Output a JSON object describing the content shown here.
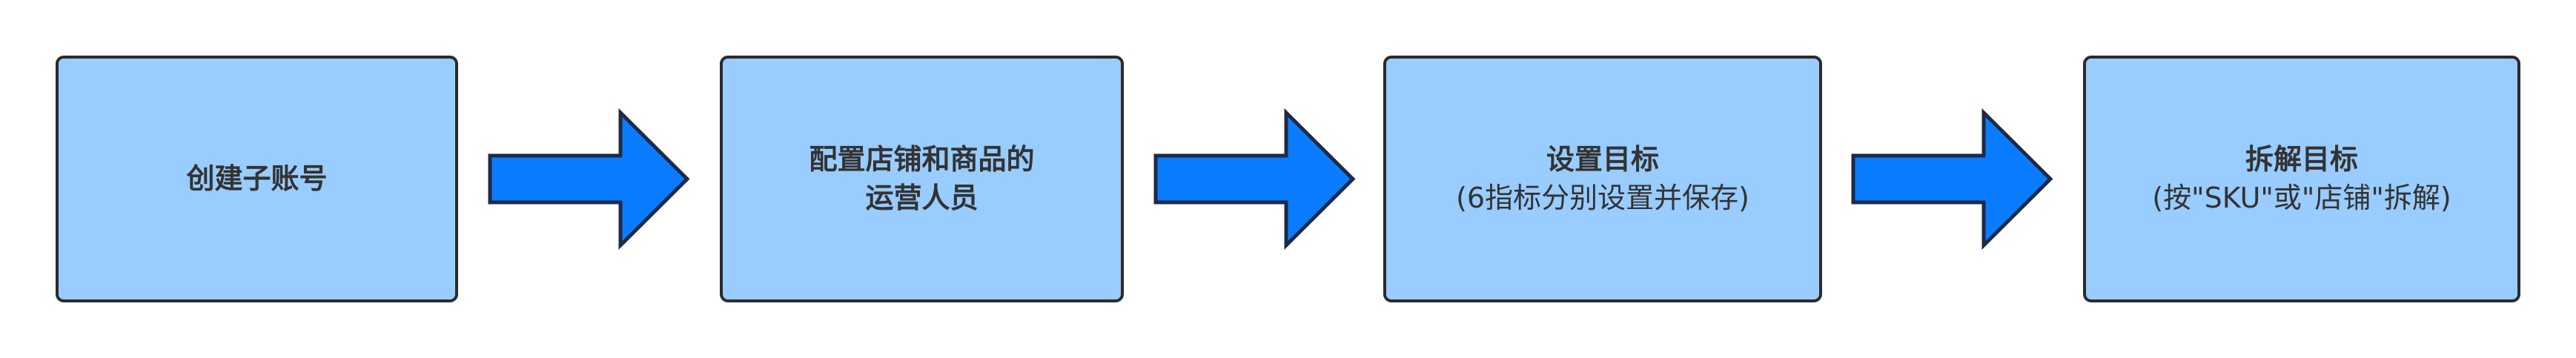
{
  "steps": [
    {
      "title_lines": [
        "创建子账号"
      ]
    },
    {
      "title_lines": [
        "配置店铺和商品的",
        "运营人员"
      ]
    },
    {
      "title_lines": [
        "设置目标"
      ],
      "note": "(6指标分别设置并保存)"
    },
    {
      "title_lines": [
        "拆解目标"
      ],
      "note": "(按\"SKU\"或\"店铺\"拆解)"
    }
  ],
  "colors": {
    "box_fill": "#99CCFF",
    "box_border": "#2B2B2B",
    "arrow_fill": "#0A7CFF",
    "arrow_border": "#1F2A44",
    "text": "#333333"
  },
  "icons": {
    "connector": "right-arrow-icon"
  }
}
